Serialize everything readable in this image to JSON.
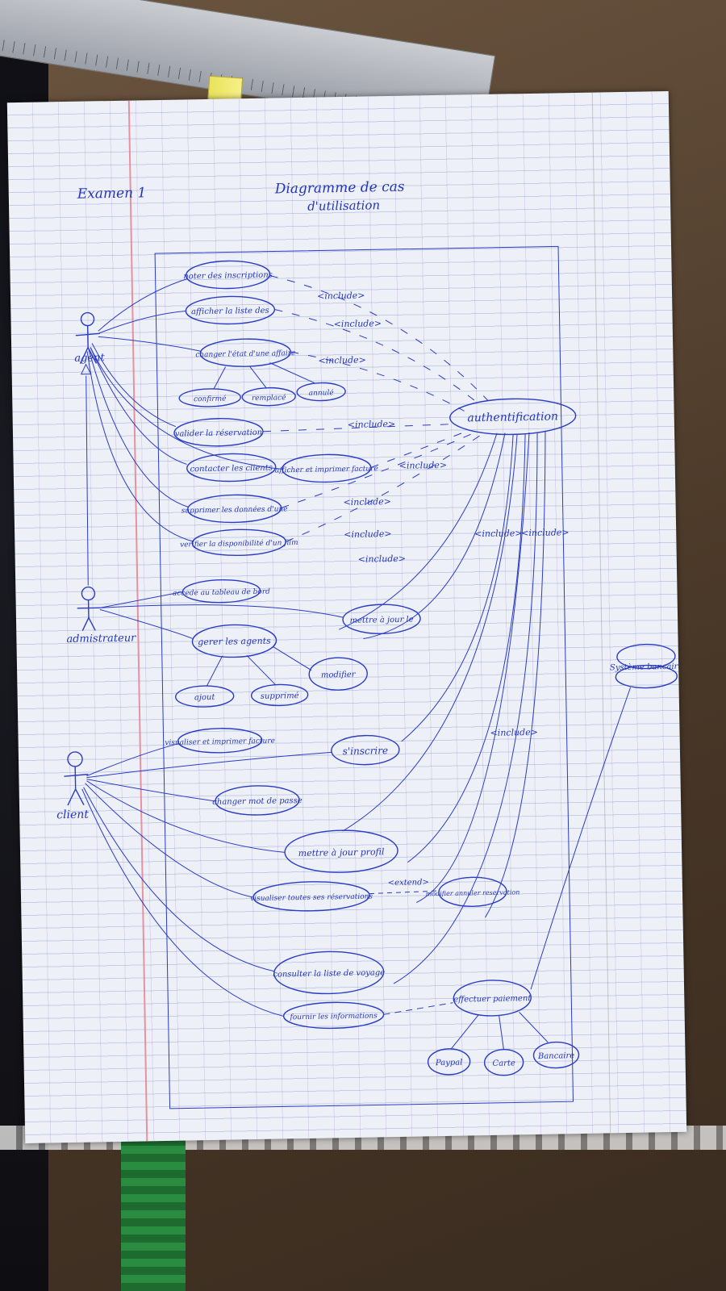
{
  "page": {
    "header_left": "Examen 1",
    "title_line1": "Diagramme de cas",
    "title_line2": "d'utilisation"
  },
  "actors": {
    "agent": "agent",
    "administrator": "admistrateur",
    "client": "client"
  },
  "use_cases": {
    "agent": [
      "noter des inscriptions",
      "afficher la liste des",
      "changer l'état d'une affaire",
      "valider la réservation",
      "contacter les clients",
      "supprimer les données d'une",
      "verifier la disponibilité d'un film"
    ],
    "etat_children": [
      "confirmé",
      "remplacé",
      "annulé"
    ],
    "authentification": "authentification",
    "afficher_imprimer": "afficher et imprimer facture",
    "admin": [
      "accede au tableau de bord",
      "gerer les agents",
      "mettre à jour le"
    ],
    "agents_children": [
      "ajout",
      "supprimé",
      "modifier"
    ],
    "client": [
      "visualiser et imprimer facture",
      "s'inscrire",
      "changer mot de passe",
      "mettre à jour profil",
      "visualiser toutes ses réservations",
      "consulter la liste de voyage",
      "fournir les informations"
    ],
    "modifier_annuler": "modifier annuler reservation",
    "paiement": "effectuer paiement",
    "payment_methods": [
      "Paypal",
      "Carte",
      "Bancaire"
    ],
    "external_system": "Système bancaire"
  },
  "relations": {
    "include": "<include>",
    "extend": "<extend>"
  },
  "colors": {
    "ink": "#2a3bc4",
    "paper": "#eef0f7",
    "margin_line": "#e57a8a"
  }
}
